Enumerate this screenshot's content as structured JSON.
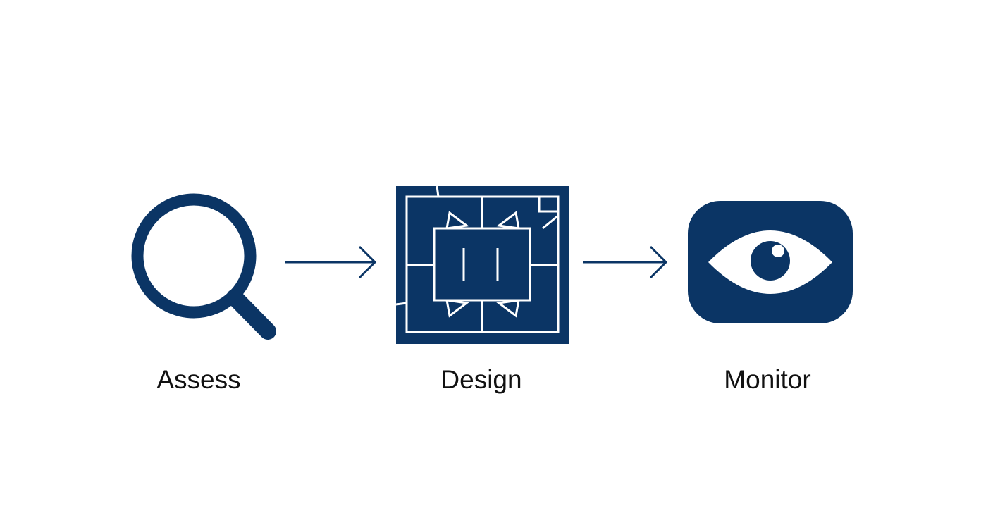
{
  "colors": {
    "primary": "#0b3565",
    "label": "#111111",
    "background": "#ffffff"
  },
  "steps": [
    {
      "label": "Assess",
      "icon": "magnifier-icon"
    },
    {
      "label": "Design",
      "icon": "blueprint-icon"
    },
    {
      "label": "Monitor",
      "icon": "eye-icon"
    }
  ],
  "connectors": [
    {
      "from": "Assess",
      "to": "Design",
      "icon": "arrow-right-icon"
    },
    {
      "from": "Design",
      "to": "Monitor",
      "icon": "arrow-right-icon"
    }
  ]
}
